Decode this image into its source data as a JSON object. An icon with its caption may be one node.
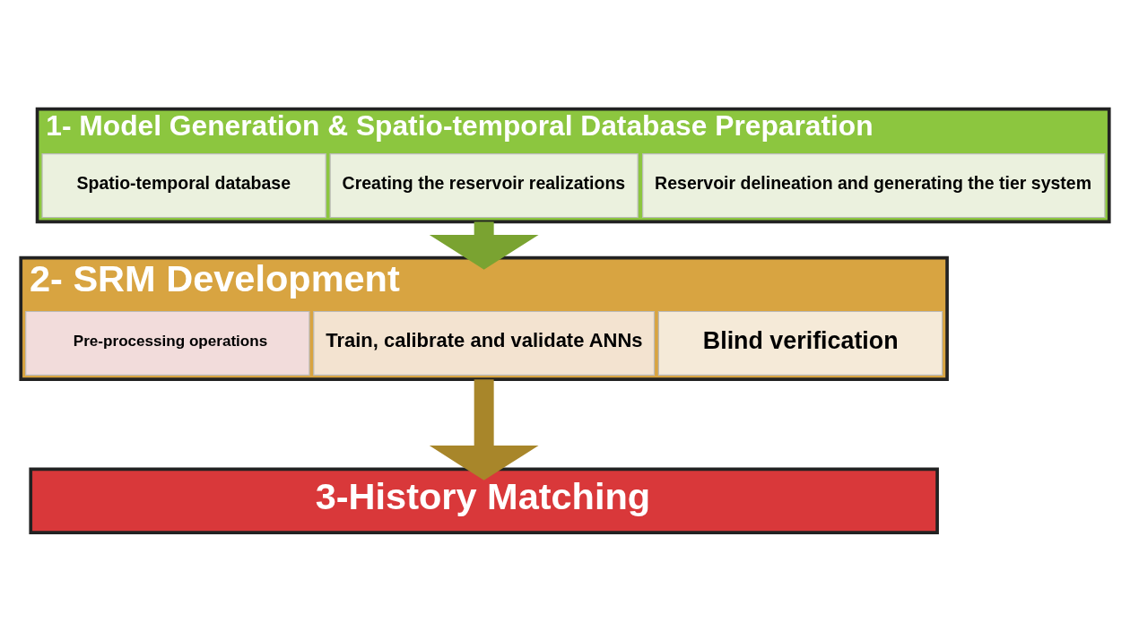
{
  "diagram": {
    "nodes": [
      {
        "text": [
          "1- Model Generation & Spatio-temporal Database Preparation"
        ]
      },
      {
        "text": [
          "Spatio-temporal database"
        ],
        "in": 0
      },
      {
        "text": [
          "Creating the reservoir realizations"
        ],
        "in": 0
      },
      {
        "text": [
          "Reservoir delineation and generating the tier system"
        ],
        "in": 0
      },
      {
        "text": [
          "2- SRM Development"
        ]
      },
      {
        "text": [
          "Pre-processing operations"
        ],
        "in": 4
      },
      {
        "text": [
          "Train, calibrate and validate ANNs"
        ],
        "in": 4
      },
      {
        "text": [
          "Blind verification"
        ],
        "in": 4
      },
      {
        "text": [
          "3-History Matching"
        ]
      }
    ],
    "edges": [
      {
        "from": 0,
        "to": 4,
        "arrow": "to",
        "color": "#7aa331"
      },
      {
        "from": 4,
        "to": 8,
        "arrow": "to",
        "color": "#a8862a"
      }
    ]
  }
}
